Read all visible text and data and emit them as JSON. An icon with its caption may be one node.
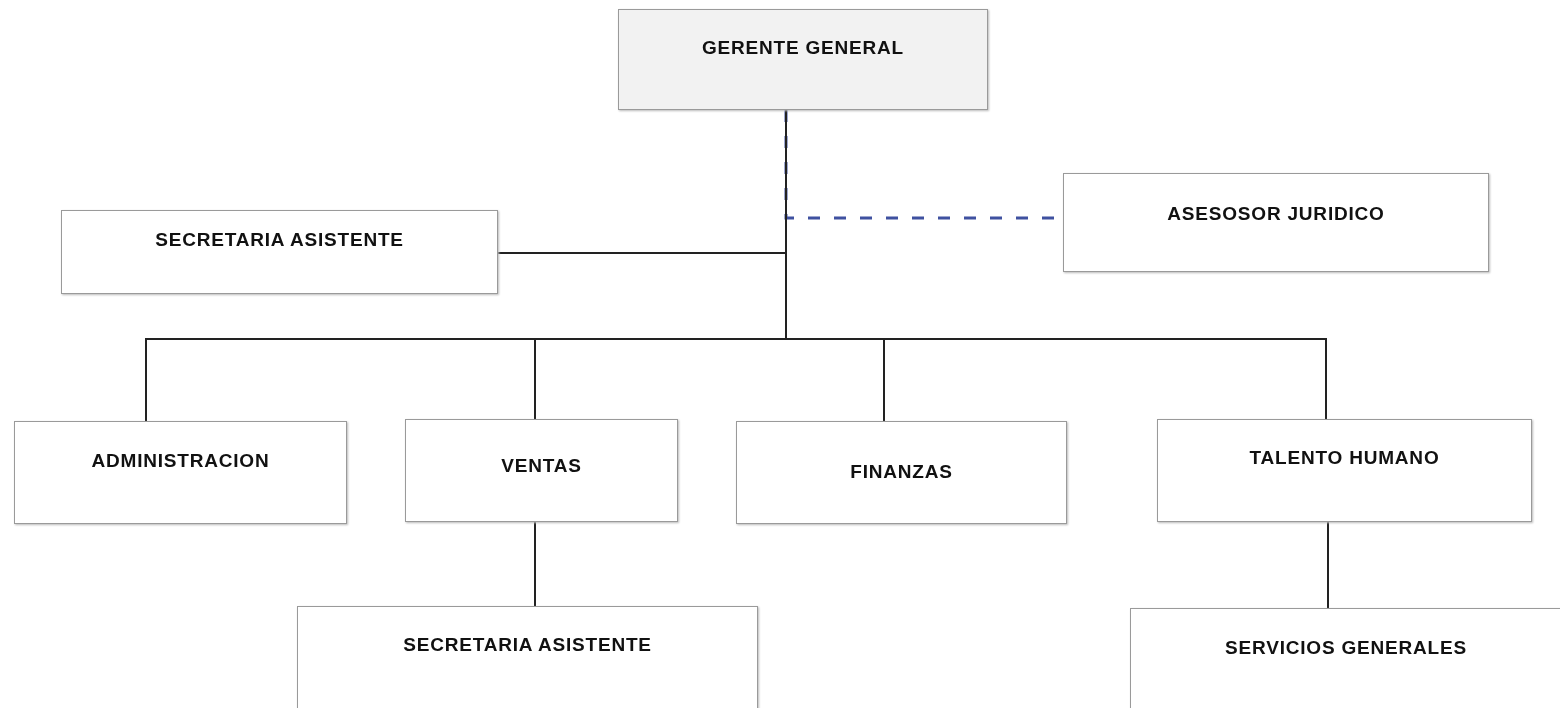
{
  "diagram": {
    "nodes": [
      {
        "text": [
          "GERENTE GENERAL"
        ]
      },
      {
        "text": [
          "SECRETARIA ASISTENTE"
        ]
      },
      {
        "text": [
          "ASESOSOR JURIDICO"
        ]
      },
      {
        "text": [
          "ADMINISTRACION"
        ]
      },
      {
        "text": [
          "VENTAS"
        ]
      },
      {
        "text": [
          "FINANZAS"
        ]
      },
      {
        "text": [
          "TALENTO HUMANO"
        ]
      },
      {
        "text": [
          "SECRETARIA ASISTENTE"
        ]
      },
      {
        "text": [
          "SERVICIOS GENERALES"
        ]
      }
    ],
    "edges": [
      {
        "from": 0,
        "to": 2,
        "arrow": "none",
        "style": "dashed",
        "color": "#3f51a0"
      },
      {
        "from": 0,
        "to": 1,
        "arrow": "none"
      },
      {
        "from": 0,
        "to": 3,
        "arrow": "none"
      },
      {
        "from": 0,
        "to": 4,
        "arrow": "none"
      },
      {
        "from": 0,
        "to": 5,
        "arrow": "none"
      },
      {
        "from": 0,
        "to": 6,
        "arrow": "none"
      },
      {
        "from": 4,
        "to": 7,
        "arrow": "none"
      },
      {
        "from": 6,
        "to": 8,
        "arrow": "none"
      }
    ]
  }
}
